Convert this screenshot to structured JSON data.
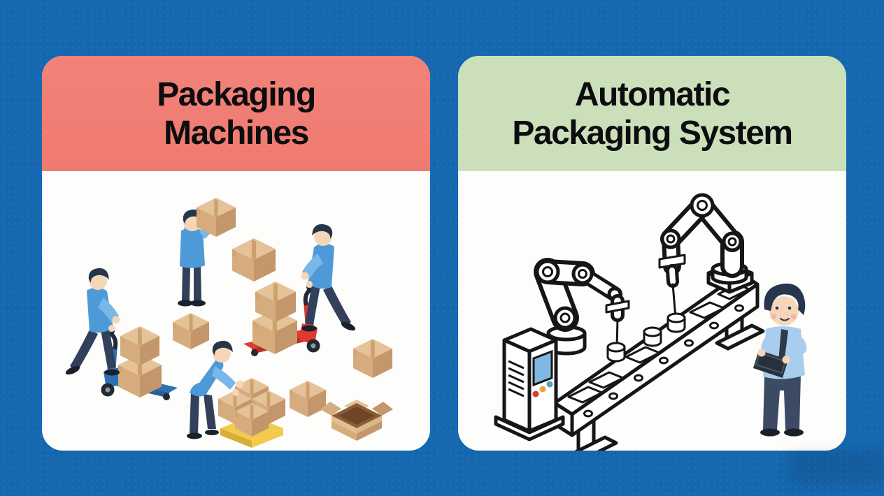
{
  "left_panel": {
    "title": "Packaging Machines",
    "lines": [
      "Packaging",
      "Machines"
    ],
    "illustration_alt": "Four workers in blue shirts manually lifting, stacking and moving cardboard boxes with red and blue hand pallet jacks and a yellow pallet"
  },
  "right_panel": {
    "title": "Automatic Packaging System",
    "lines": [
      "Automatic",
      "Packaging System"
    ],
    "illustration_alt": "Outlined robotic arms packing containers on an isometric conveyor belt with a control cabinet, supervised by a man holding a tablet"
  },
  "palette": {
    "bg_blue": "#1567AF",
    "panel_white": "#FDFDFB",
    "header_red": "#F28278",
    "header_red_deep": "#EF7A70",
    "header_green": "#CBE0BA",
    "title_color": "#0D0D0F",
    "skin": "#F6D6B8",
    "hair": "#26374B",
    "shirt": "#4E9AD8",
    "shirt_light": "#79B7E8",
    "pants": "#32405C",
    "shoe": "#1B2129",
    "box_top": "#E6C298",
    "box_left": "#D6AC7E",
    "box_right": "#C3966B",
    "box_tape": "#CDA06E",
    "box_inner": "#8A5D36",
    "box_inner_dark": "#6E4526",
    "jack_red": "#E03A2E",
    "jack_red_dark": "#BC2C23",
    "jack_blue": "#2F6FB4",
    "jack_blue_dark": "#275E9A",
    "pallet_yellow": "#F2CB4E",
    "pallet_yellow_dark": "#D9AE36",
    "wheel": "#232933",
    "wheel_hub": "#8E99A5",
    "line_ink": "#161616",
    "screen_blue": "#7FB8E2",
    "btn_red": "#D93B30",
    "btn_orange": "#E8A24C",
    "btn_teal": "#4FA3B8",
    "sup_shirt": "#A9CDEF",
    "sup_pants": "#3D4A63",
    "tie": "#2E3A4A",
    "tablet": "#27313E",
    "blush": "#F2A9A0",
    "watermark_tint": "rgba(0,0,0,0.09)"
  }
}
